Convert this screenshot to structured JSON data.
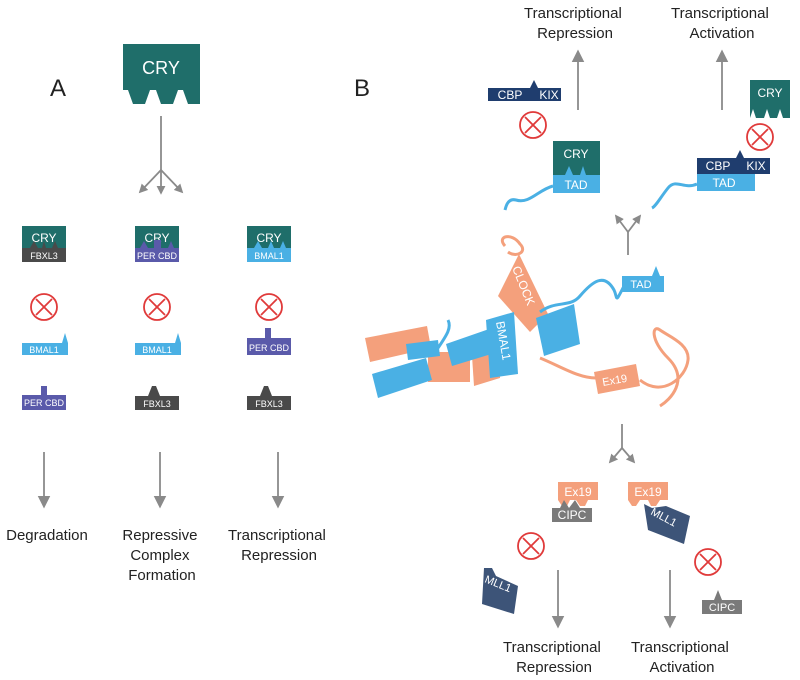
{
  "panel_a": {
    "label": "A",
    "top_protein": "CRY",
    "columns": [
      {
        "cry": "CRY",
        "partner": "FBXL3",
        "blocked_1": "BMAL1",
        "blocked_2": "PER CBD",
        "outcome": [
          "Degradation"
        ]
      },
      {
        "cry": "CRY",
        "partner": "PER CBD",
        "blocked_1": "BMAL1",
        "blocked_2": "FBXL3",
        "outcome": [
          "Repressive",
          "Complex",
          "Formation"
        ]
      },
      {
        "cry": "CRY",
        "partner": "BMAL1",
        "blocked_1": "PER CBD",
        "blocked_2": "FBXL3",
        "outcome": [
          "Transcriptional",
          "Repression"
        ]
      }
    ]
  },
  "panel_b": {
    "label": "B",
    "top_left_outcome": [
      "Transcriptional",
      "Repression"
    ],
    "top_right_outcome": [
      "Transcriptional",
      "Activation"
    ],
    "cbp_kix": [
      "CBP",
      "KIX"
    ],
    "cry": "CRY",
    "tad": "TAD",
    "clock": "CLOCK",
    "bmal1": "BMAL1",
    "ex19": "Ex19",
    "cipc": "CIPC",
    "mll1": "MLL1",
    "bottom_left_outcome": [
      "Transcriptional",
      "Repression"
    ],
    "bottom_right_outcome": [
      "Transcriptional",
      "Activation"
    ]
  },
  "colors": {
    "cry": "#1f6e6a",
    "fbxl3": "#4a4a4a",
    "per_cbd": "#5a5aaa",
    "bmal1": "#4ab0e4",
    "clock": "#f4a07c",
    "cbp_kix": "#1f3d6e",
    "mll1": "#3d5478",
    "cipc": "#8a8a8a",
    "inhibit": "#e03a3a",
    "arrow": "#8a8a8a"
  }
}
